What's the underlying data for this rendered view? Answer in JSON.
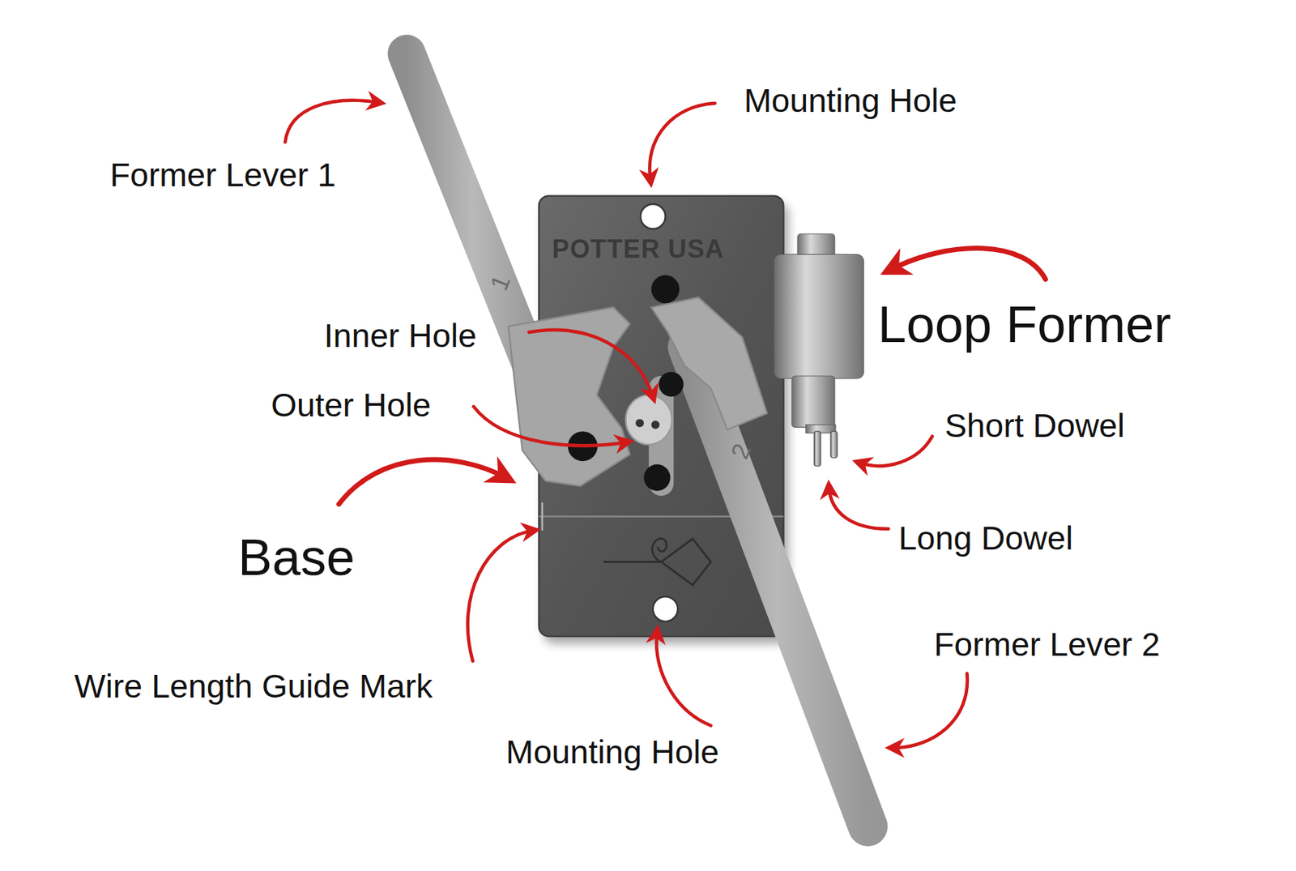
{
  "diagram": {
    "labels": [
      "Former Lever 1",
      "Mounting Hole",
      "POTTER USA",
      "1",
      "Loop Former",
      "Inner Hole",
      "Outer Hole",
      "2",
      "Short Dowel",
      "Base",
      "Long Dowel",
      "Wire Length Guide Mark",
      "Former Lever 2",
      "Mounting Hole"
    ]
  }
}
